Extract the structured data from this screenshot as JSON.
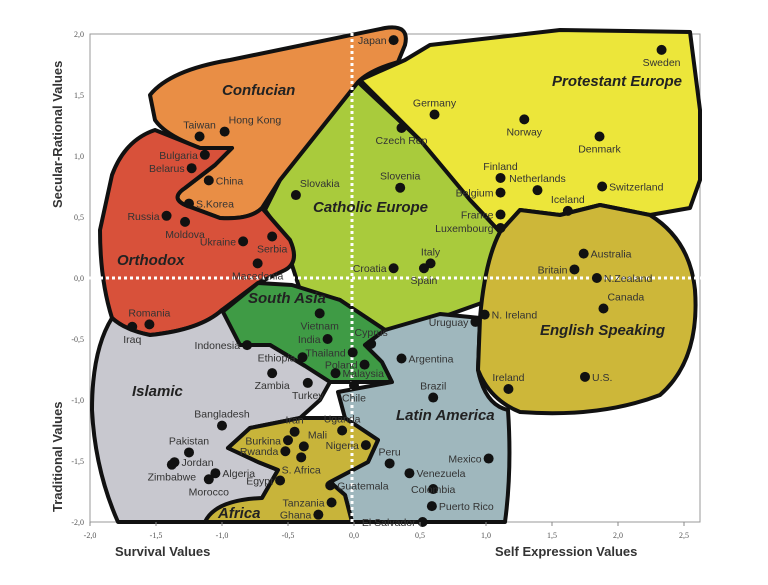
{
  "chart_data": {
    "type": "scatter",
    "title": "",
    "xlabel_left": "Survival Values",
    "xlabel_right": "Self Expression Values",
    "ylabel_top": "Secular-Rational Values",
    "ylabel_bottom": "Traditional Values",
    "xlim": [
      -2.0,
      2.5
    ],
    "ylim": [
      -2.0,
      2.0
    ],
    "x_ticks": [
      "-2,0",
      "-1,5",
      "-1,0",
      "-0,5",
      "0,0",
      "0,5",
      "1,0",
      "1,5",
      "2,0",
      "2,5"
    ],
    "y_ticks": [
      "2,0",
      "1,5",
      "1,0",
      "0,5",
      "0,0",
      "-0,5",
      "-1,0",
      "-1,5",
      "-2,0"
    ],
    "regions": [
      {
        "name": "Confucian",
        "color": "#e98e45"
      },
      {
        "name": "Protestant Europe",
        "color": "#ece63a"
      },
      {
        "name": "Catholic Europe",
        "color": "#a9cb3c"
      },
      {
        "name": "Orthodox",
        "color": "#d8513a"
      },
      {
        "name": "South Asia",
        "color": "#3f9b45"
      },
      {
        "name": "Islamic",
        "color": "#c8c8cf"
      },
      {
        "name": "Africa",
        "color": "#c8b43a"
      },
      {
        "name": "Latin America",
        "color": "#9fb7bd"
      },
      {
        "name": "English Speaking",
        "color": "#cdb739"
      }
    ],
    "points": [
      {
        "name": "Japan",
        "x": 0.3,
        "y": 1.95,
        "side": "left"
      },
      {
        "name": "Sweden",
        "x": 2.33,
        "y": 1.87,
        "side": "below"
      },
      {
        "name": "Germany",
        "x": 0.61,
        "y": 1.34,
        "side": "above"
      },
      {
        "name": "Norway",
        "x": 1.29,
        "y": 1.3,
        "side": "below"
      },
      {
        "name": "Denmark",
        "x": 1.86,
        "y": 1.16,
        "side": "below"
      },
      {
        "name": "Czech Rep",
        "x": 0.36,
        "y": 1.23,
        "side": "below"
      },
      {
        "name": "Finland",
        "x": 1.11,
        "y": 0.82,
        "side": "above"
      },
      {
        "name": "Netherlands",
        "x": 1.39,
        "y": 0.72,
        "side": "above"
      },
      {
        "name": "Switzerland",
        "x": 1.88,
        "y": 0.75,
        "side": "right"
      },
      {
        "name": "Iceland",
        "x": 1.62,
        "y": 0.55,
        "side": "above"
      },
      {
        "name": "Slovenia",
        "x": 0.35,
        "y": 0.74,
        "side": "above"
      },
      {
        "name": "Belgium",
        "x": 1.11,
        "y": 0.7,
        "side": "left"
      },
      {
        "name": "France",
        "x": 1.11,
        "y": 0.52,
        "side": "left"
      },
      {
        "name": "Luxembourg",
        "x": 1.11,
        "y": 0.41,
        "side": "left"
      },
      {
        "name": "Italy",
        "x": 0.58,
        "y": 0.12,
        "side": "above"
      },
      {
        "name": "Spain",
        "x": 0.53,
        "y": 0.08,
        "side": "below"
      },
      {
        "name": "Croatia",
        "x": 0.3,
        "y": 0.08,
        "side": "left"
      },
      {
        "name": "Slovakia",
        "x": -0.44,
        "y": 0.68,
        "side": "aboveright"
      },
      {
        "name": "Taiwan",
        "x": -1.17,
        "y": 1.16,
        "side": "above"
      },
      {
        "name": "Hong Kong",
        "x": -0.98,
        "y": 1.2,
        "side": "aboveright"
      },
      {
        "name": "Bulgaria",
        "x": -1.13,
        "y": 1.01,
        "side": "left"
      },
      {
        "name": "Belarus",
        "x": -1.23,
        "y": 0.9,
        "side": "left"
      },
      {
        "name": "China",
        "x": -1.1,
        "y": 0.8,
        "side": "right"
      },
      {
        "name": "S.Korea",
        "x": -1.25,
        "y": 0.61,
        "side": "right"
      },
      {
        "name": "Russia",
        "x": -1.42,
        "y": 0.51,
        "side": "left"
      },
      {
        "name": "Moldova",
        "x": -1.28,
        "y": 0.46,
        "side": "below"
      },
      {
        "name": "Ukraine",
        "x": -0.84,
        "y": 0.3,
        "side": "left"
      },
      {
        "name": "Serbia",
        "x": -0.62,
        "y": 0.34,
        "side": "below"
      },
      {
        "name": "Macedonia",
        "x": -0.73,
        "y": 0.12,
        "side": "below"
      },
      {
        "name": "Australia",
        "x": 1.74,
        "y": 0.2,
        "side": "right"
      },
      {
        "name": "Britain",
        "x": 1.67,
        "y": 0.07,
        "side": "left"
      },
      {
        "name": "N.Zealand",
        "x": 1.84,
        "y": 0.0,
        "side": "right"
      },
      {
        "name": "Canada",
        "x": 1.89,
        "y": -0.25,
        "side": "aboveright"
      },
      {
        "name": "N. Ireland",
        "x": 0.99,
        "y": -0.3,
        "side": "right"
      },
      {
        "name": "Uruguay",
        "x": 0.92,
        "y": -0.36,
        "side": "left"
      },
      {
        "name": "Ireland",
        "x": 1.17,
        "y": -0.91,
        "side": "above"
      },
      {
        "name": "U.S.",
        "x": 1.75,
        "y": -0.81,
        "side": "right"
      },
      {
        "name": "Argentina",
        "x": 0.36,
        "y": -0.66,
        "side": "right"
      },
      {
        "name": "Brazil",
        "x": 0.6,
        "y": -0.98,
        "side": "above"
      },
      {
        "name": "Chile",
        "x": 0.0,
        "y": -0.88,
        "side": "below"
      },
      {
        "name": "Mexico",
        "x": 1.02,
        "y": -1.48,
        "side": "left"
      },
      {
        "name": "Peru",
        "x": 0.27,
        "y": -1.52,
        "side": "above"
      },
      {
        "name": "Venezuela",
        "x": 0.42,
        "y": -1.6,
        "side": "right"
      },
      {
        "name": "Colombia",
        "x": 0.6,
        "y": -1.73,
        "side": "none"
      },
      {
        "name": "Puerto Rico",
        "x": 0.59,
        "y": -1.87,
        "side": "right"
      },
      {
        "name": "El Salvador",
        "x": 0.52,
        "y": -2.0,
        "side": "left"
      },
      {
        "name": "Guatemala",
        "x": -0.18,
        "y": -1.7,
        "side": "right"
      },
      {
        "name": "Romania",
        "x": -1.55,
        "y": -0.38,
        "side": "above"
      },
      {
        "name": "Iraq",
        "x": -1.68,
        "y": -0.4,
        "side": "below"
      },
      {
        "name": "Vietnam",
        "x": -0.26,
        "y": -0.29,
        "side": "below"
      },
      {
        "name": "India",
        "x": -0.2,
        "y": -0.5,
        "side": "left"
      },
      {
        "name": "Cyprus",
        "x": 0.13,
        "y": -0.54,
        "side": "above"
      },
      {
        "name": "Thailand",
        "x": -0.01,
        "y": -0.61,
        "side": "left"
      },
      {
        "name": "Poland",
        "x": 0.08,
        "y": -0.71,
        "side": "left"
      },
      {
        "name": "Malaysia",
        "x": -0.14,
        "y": -0.78,
        "side": "right"
      },
      {
        "name": "Indonesia",
        "x": -0.81,
        "y": -0.55,
        "side": "left"
      },
      {
        "name": "Ethiopia",
        "x": -0.39,
        "y": -0.65,
        "side": "left"
      },
      {
        "name": "Zambia",
        "x": -0.62,
        "y": -0.78,
        "side": "below"
      },
      {
        "name": "Turkey",
        "x": -0.35,
        "y": -0.86,
        "side": "below"
      },
      {
        "name": "Iran",
        "x": -0.45,
        "y": -1.26,
        "side": "above"
      },
      {
        "name": "Uganda",
        "x": -0.09,
        "y": -1.25,
        "side": "above"
      },
      {
        "name": "Bangladesh",
        "x": -1.0,
        "y": -1.21,
        "side": "above"
      },
      {
        "name": "Nigeria",
        "x": 0.09,
        "y": -1.37,
        "side": "left"
      },
      {
        "name": "Burkina",
        "x": -0.5,
        "y": -1.33,
        "side": "left"
      },
      {
        "name": "Mali",
        "x": -0.38,
        "y": -1.38,
        "side": "aboveright"
      },
      {
        "name": "Rwanda",
        "x": -0.52,
        "y": -1.42,
        "side": "left"
      },
      {
        "name": "S. Africa",
        "x": -0.4,
        "y": -1.47,
        "side": "below"
      },
      {
        "name": "Pakistan",
        "x": -1.25,
        "y": -1.43,
        "side": "above"
      },
      {
        "name": "Jordan",
        "x": -1.36,
        "y": -1.51,
        "side": "right"
      },
      {
        "name": "Zimbabwe",
        "x": -1.38,
        "y": -1.53,
        "side": "below"
      },
      {
        "name": "Algeria",
        "x": -1.05,
        "y": -1.6,
        "side": "right"
      },
      {
        "name": "Morocco",
        "x": -1.1,
        "y": -1.65,
        "side": "below"
      },
      {
        "name": "Egypt",
        "x": -0.56,
        "y": -1.66,
        "side": "left"
      },
      {
        "name": "Tanzania",
        "x": -0.17,
        "y": -1.84,
        "side": "left"
      },
      {
        "name": "Ghana",
        "x": -0.27,
        "y": -1.94,
        "side": "left"
      }
    ]
  }
}
